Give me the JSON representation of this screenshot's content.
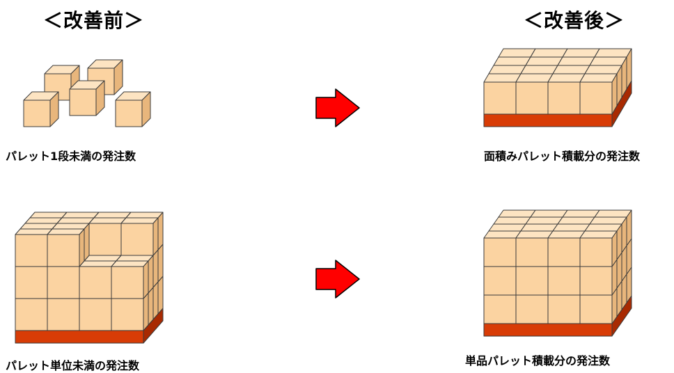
{
  "headings": {
    "before": "＜改善前＞",
    "after": "＜改善後＞"
  },
  "captions": {
    "before_top": "パレット1段未満の発注数",
    "after_top": "面積みパレット積載分の発注数",
    "before_bottom": "パレット単位未満の発注数",
    "after_bottom": "単品パレット積載分の発注数"
  },
  "colors": {
    "box_front": "#fbd3a1",
    "box_top": "#fde4c2",
    "box_side": "#e8b67c",
    "box_outline": "#3a3a3a",
    "pallet_front": "#d83c06",
    "pallet_side": "#a82a02",
    "arrow_fill": "#ff0000",
    "arrow_outline": "#000000"
  },
  "icons": {
    "arrow": "right-arrow-icon",
    "box": "cardboard-box-icon",
    "pallet": "pallet-icon"
  }
}
